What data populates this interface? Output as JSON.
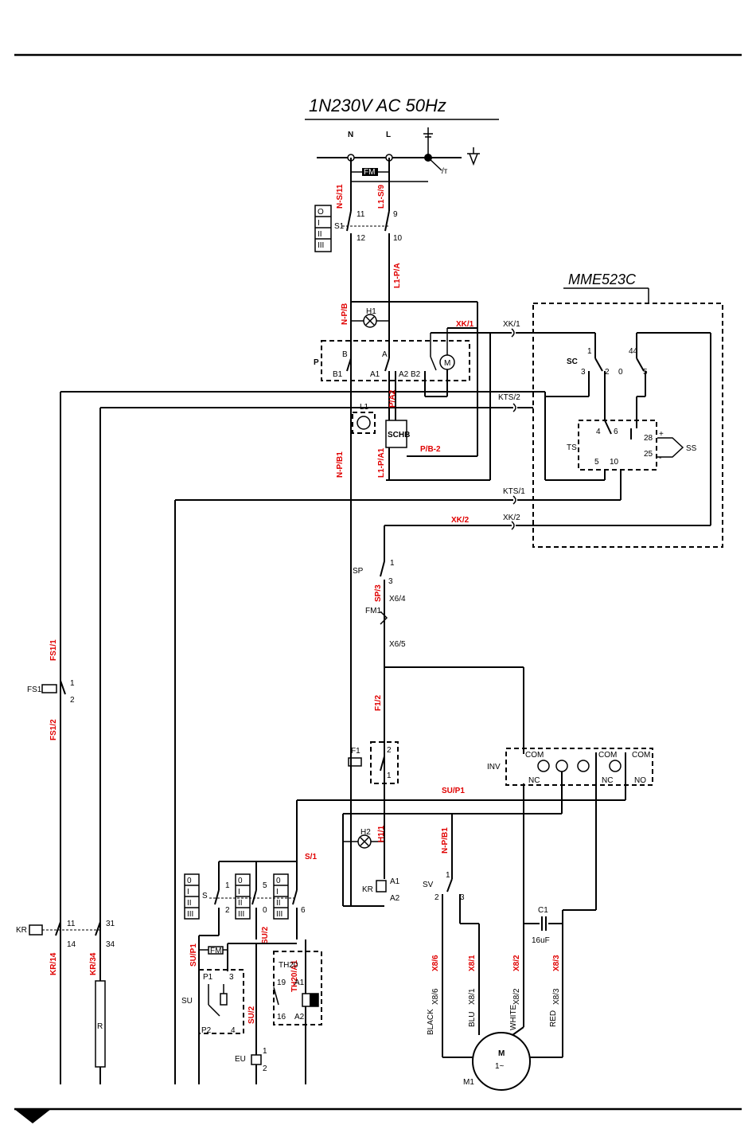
{
  "title": "1N230V AC 50Hz",
  "supply": {
    "n": "N",
    "l": "L"
  },
  "module": "MME523C",
  "colors": {
    "wire": "#000000",
    "label": "#e00000"
  },
  "labels": {
    "fm": "FM",
    "s1": "S1",
    "s1_11": "11",
    "s1_12": "12",
    "s1_9": "9",
    "s1_10": "10",
    "n_s_11": "N-S/11",
    "l1_s_9": "L1-S/9",
    "l1_p_a": "L1-P/A",
    "n_p_b": "N-P/B",
    "h1": "H1",
    "xk_1_red": "XK/1",
    "xk_1": "XK/1",
    "p": "P",
    "b_top": "B",
    "a_top": "A",
    "b1": "B1",
    "a1": "A1",
    "a2b2": "A2 B2",
    "m_small": "M",
    "sc": "SC",
    "sc_1": "1",
    "sc_44": "44",
    "sc_3": "3",
    "sc_2": "2",
    "sc_0": "0",
    "sc_5": "5",
    "kts_2": "KTS/2",
    "p_a2": "P/A2",
    "l1": "L1",
    "schb": "SCHB",
    "p_b2": "P/B-2",
    "ts": "TS",
    "ts_4": "4",
    "ts_6": "6",
    "ts_5": "5",
    "ts_10": "10",
    "ts_28": "28",
    "ts_25": "25",
    "ss": "SS",
    "plus": "+",
    "minus": "-",
    "n_p_b1": "N-P/B1",
    "l1_p_a1": "L1-P/A1",
    "kts_1": "KTS/1",
    "xk_2_red": "XK/2",
    "xk_2": "XK/2",
    "sp": "SP",
    "sp_1": "1",
    "sp_3": "3",
    "sp_3_red": "SP/3",
    "x6_4": "X6/4",
    "fm1": "FM1",
    "x6_5": "X6/5",
    "fs1_1": "FS1/1",
    "fs1": "FS1",
    "fs1_t1": "1",
    "fs1_t2": "2",
    "fs1_2": "FS1/2",
    "f1_2": "F1/2",
    "f1": "F1",
    "f1_2t": "2",
    "f1_1t": "1",
    "inv": "INV",
    "com": "COM",
    "nc": "NC",
    "no": "NO",
    "su_p1": "SU/P1",
    "h2": "H2",
    "h1_1": "H1/1",
    "n_p_b1_2": "N-P/B1",
    "kr": "KR",
    "kr_a1": "A1",
    "kr_a2": "A2",
    "sv": "SV",
    "sv_1": "1",
    "sv_2": "2",
    "sv_3": "3",
    "s_1": "S/1",
    "s_sw": "S",
    "s_1t": "1",
    "s_2t": "2",
    "s_5t": "5",
    "s_0t": "0",
    "s_6t": "6",
    "kr_11": "11",
    "kr_14": "14",
    "kr_31": "31",
    "kr_34": "34",
    "kr_14_red": "KR/14",
    "kr_34_red": "KR/34",
    "r": "R",
    "su_p1_2": "SU/P1",
    "su_2": "SU/2",
    "su_2b": "SU/2",
    "th20": "TH20",
    "th20_19": "19",
    "th20_a1": "A1",
    "th20_16": "16",
    "th20_a2": "A2",
    "th20_a1_red": "TH20/A1",
    "su": "SU",
    "su_p1t": "P1",
    "su_p2t": "P2",
    "su_3": "3",
    "su_4": "4",
    "eu": "EU",
    "eu_1": "1",
    "eu_2": "2",
    "c1": "C1",
    "c1_val": "16uF",
    "x8_6": "X8/6",
    "x8_1": "X8/1",
    "x8_2": "X8/2",
    "x8_3": "X8/3",
    "x8_6_red": "X8/6",
    "x8_1_red": "X8/1",
    "x8_2_red": "X8/2",
    "x8_3_red": "X8/3",
    "black": "BLACK",
    "blu": "BLU",
    "white": "WHITE",
    "red": "RED",
    "m1": "M1",
    "motor_m": "M",
    "motor_ac": "1~"
  },
  "selector_legend": [
    "O",
    "I",
    "II",
    "III"
  ],
  "selector_legend_s": [
    "0",
    "I",
    "II",
    "III"
  ]
}
